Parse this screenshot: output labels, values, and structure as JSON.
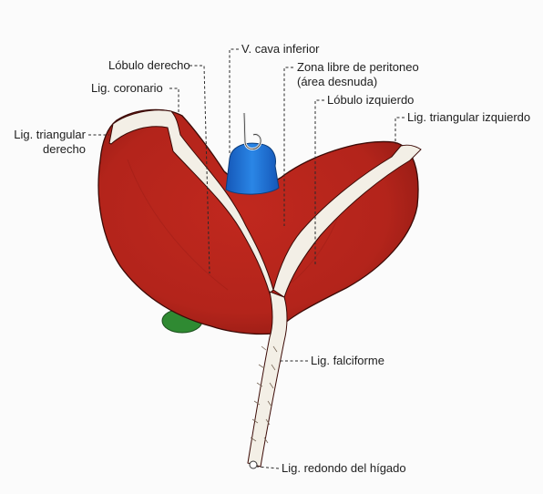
{
  "labels": {
    "vena_cava": "V. cava inferior",
    "lobulo_derecho": "Lóbulo derecho",
    "zona_libre_1": "Zona libre de peritoneo",
    "zona_libre_2": "(área desnuda)",
    "lig_coronario": "Lig. coronario",
    "lobulo_izquierdo": "Lóbulo izquierdo",
    "lig_triangular_izq": "Lig. triangular izquierdo",
    "lig_triangular_der_1": "Lig. triangular",
    "lig_triangular_der_2": "derecho",
    "lig_falciforme": "Lig. falciforme",
    "lig_redondo": "Lig. redondo del hígado"
  },
  "colors": {
    "liver": "#b3241b",
    "liver_dark": "#7e150f",
    "vena_cava": "#1f73d6",
    "gallbladder": "#2f8a32",
    "ligament": "#f3efe6",
    "outline": "#3b0a06"
  }
}
